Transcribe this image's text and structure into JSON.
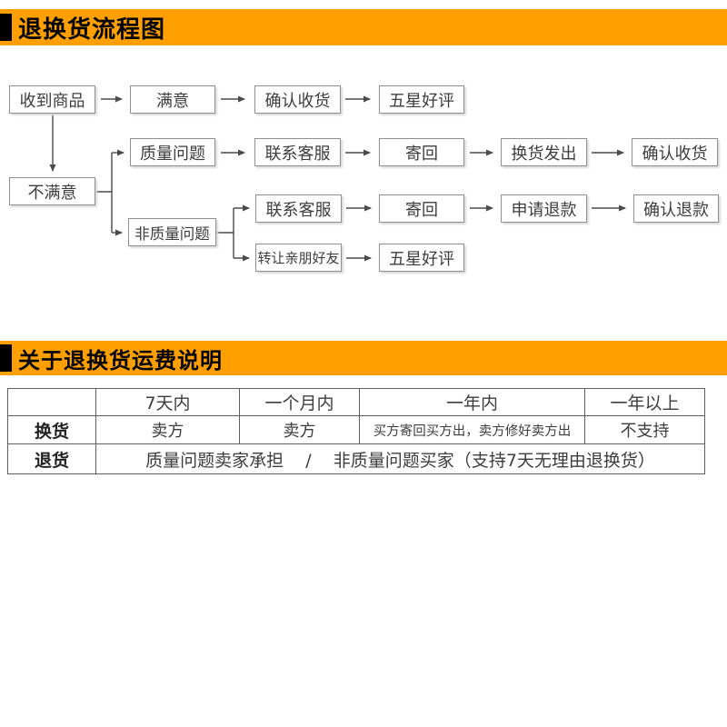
{
  "colors": {
    "banner_orange": "#FFA000",
    "banner_text": "#000000",
    "node_border": "#8F8F8F",
    "node_text": "#3D3D3D",
    "connector": "#4A4A4A",
    "table_border": "#5F5F5F"
  },
  "flow_section": {
    "title": "退换货流程图",
    "nodes": [
      {
        "label": "收到商品"
      },
      {
        "label": "满意"
      },
      {
        "label": "确认收货"
      },
      {
        "label": "五星好评"
      },
      {
        "label": "质量问题"
      },
      {
        "label": "联系客服"
      },
      {
        "label": "寄回"
      },
      {
        "label": "换货发出"
      },
      {
        "label": "确认收货"
      },
      {
        "label": "不满意"
      },
      {
        "label": "非质量问题"
      },
      {
        "label": "联系客服"
      },
      {
        "label": "寄回"
      },
      {
        "label": "申请退款"
      },
      {
        "label": "确认退款"
      },
      {
        "label": "转让亲朋好友"
      },
      {
        "label": "五星好评"
      }
    ]
  },
  "fee_section": {
    "title": "关于退换货运费说明",
    "table": {
      "headers": [
        "",
        "7天内",
        "一个月内",
        "一年内",
        "一年以上"
      ],
      "exchange_row": {
        "label": "换货",
        "cells": [
          "卖方",
          "卖方",
          "买方寄回买方出，卖方修好卖方出",
          "不支持"
        ]
      },
      "return_row": {
        "label": "退货",
        "merged_cell": "质量问题卖家承担    /    非质量问题买家（支持7天无理由退换货）"
      }
    }
  }
}
